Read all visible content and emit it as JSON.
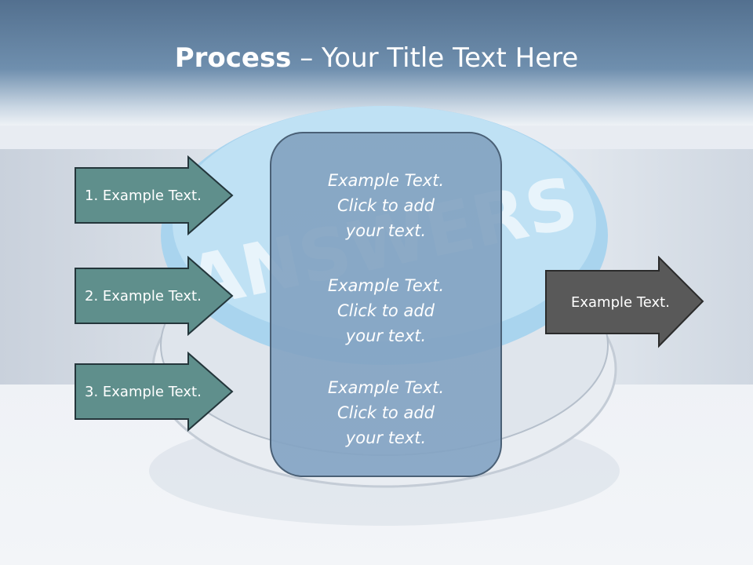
{
  "slide": {
    "title_bold": "Process",
    "title_rest": " – Your Title Text Here"
  },
  "background_art": {
    "button_text": "ANSWERS"
  },
  "left_steps": [
    {
      "label": "1. Example Text."
    },
    {
      "label": "2. Example Text."
    },
    {
      "label": "3. Example Text."
    }
  ],
  "center_panel": {
    "paragraphs": [
      "Example Text.\nClick  to add\nyour text.",
      "Example Text.\nClick  to add\nyour text.",
      "Example Text.\nClick  to add\nyour text."
    ]
  },
  "output": {
    "label": "Example Text."
  },
  "colors": {
    "step_fill": "#5f8f8c",
    "step_border": "#24363b",
    "output_fill": "#595959",
    "panel_border": "#4a6076",
    "header": "#5d7b9a"
  }
}
